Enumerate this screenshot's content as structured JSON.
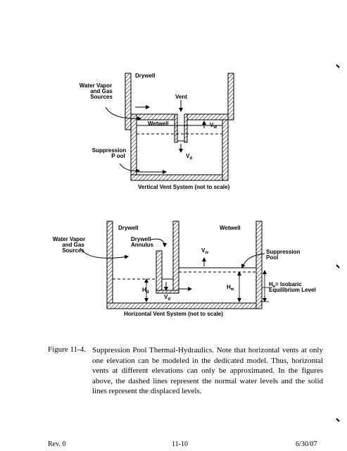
{
  "figure_top": {
    "drywell": "Drywell",
    "water_vapor_1": "Water Vapor",
    "water_vapor_2": "and Gas",
    "water_vapor_3": "Sources",
    "vent": "Vent",
    "wetwell": "Wetwell",
    "vw": "V",
    "vw_sub": "w",
    "suppression_1": "Suppression",
    "suppression_2": "P ool",
    "vd": "V",
    "vd_sub": "d",
    "subtitle": "Vertical Vent System (not to scale)"
  },
  "figure_bottom": {
    "drywell": "Drywell",
    "wetwell": "Wetwell",
    "water_vapor_1": "Water Vapor",
    "water_vapor_2": "and Gas",
    "water_vapor_3": "Sources",
    "annulus_1": "Drywell",
    "annulus_2": "Annulus",
    "vw": "V",
    "vw_sub": "w",
    "suppression_1": "Suppression",
    "suppression_2": "Pool",
    "hd": "H",
    "hd_sub": "d",
    "vd": "V",
    "vd_sub": "d",
    "hw": "H",
    "hw_sub": "w",
    "he_1": "H",
    "he_sub": "e",
    "he_rest": "= Isobaric",
    "he_2": "Equilibrium Level",
    "subtitle": "Horizontal Vent System (not to scale)"
  },
  "caption": {
    "number": "Figure 11-4.",
    "text": "Suppression Pool Thermal-Hydraulics. Note that horizontal vents at only one elevation can be modeled in the dedicated model. Thus, horizontal vents at different elevations can only be approximated. In the figures above, the dashed lines represent the normal water levels and the solid lines represent the displaced levels."
  },
  "footer": {
    "rev": "Rev. 0",
    "page": "11-10",
    "date": "6/30/07"
  }
}
